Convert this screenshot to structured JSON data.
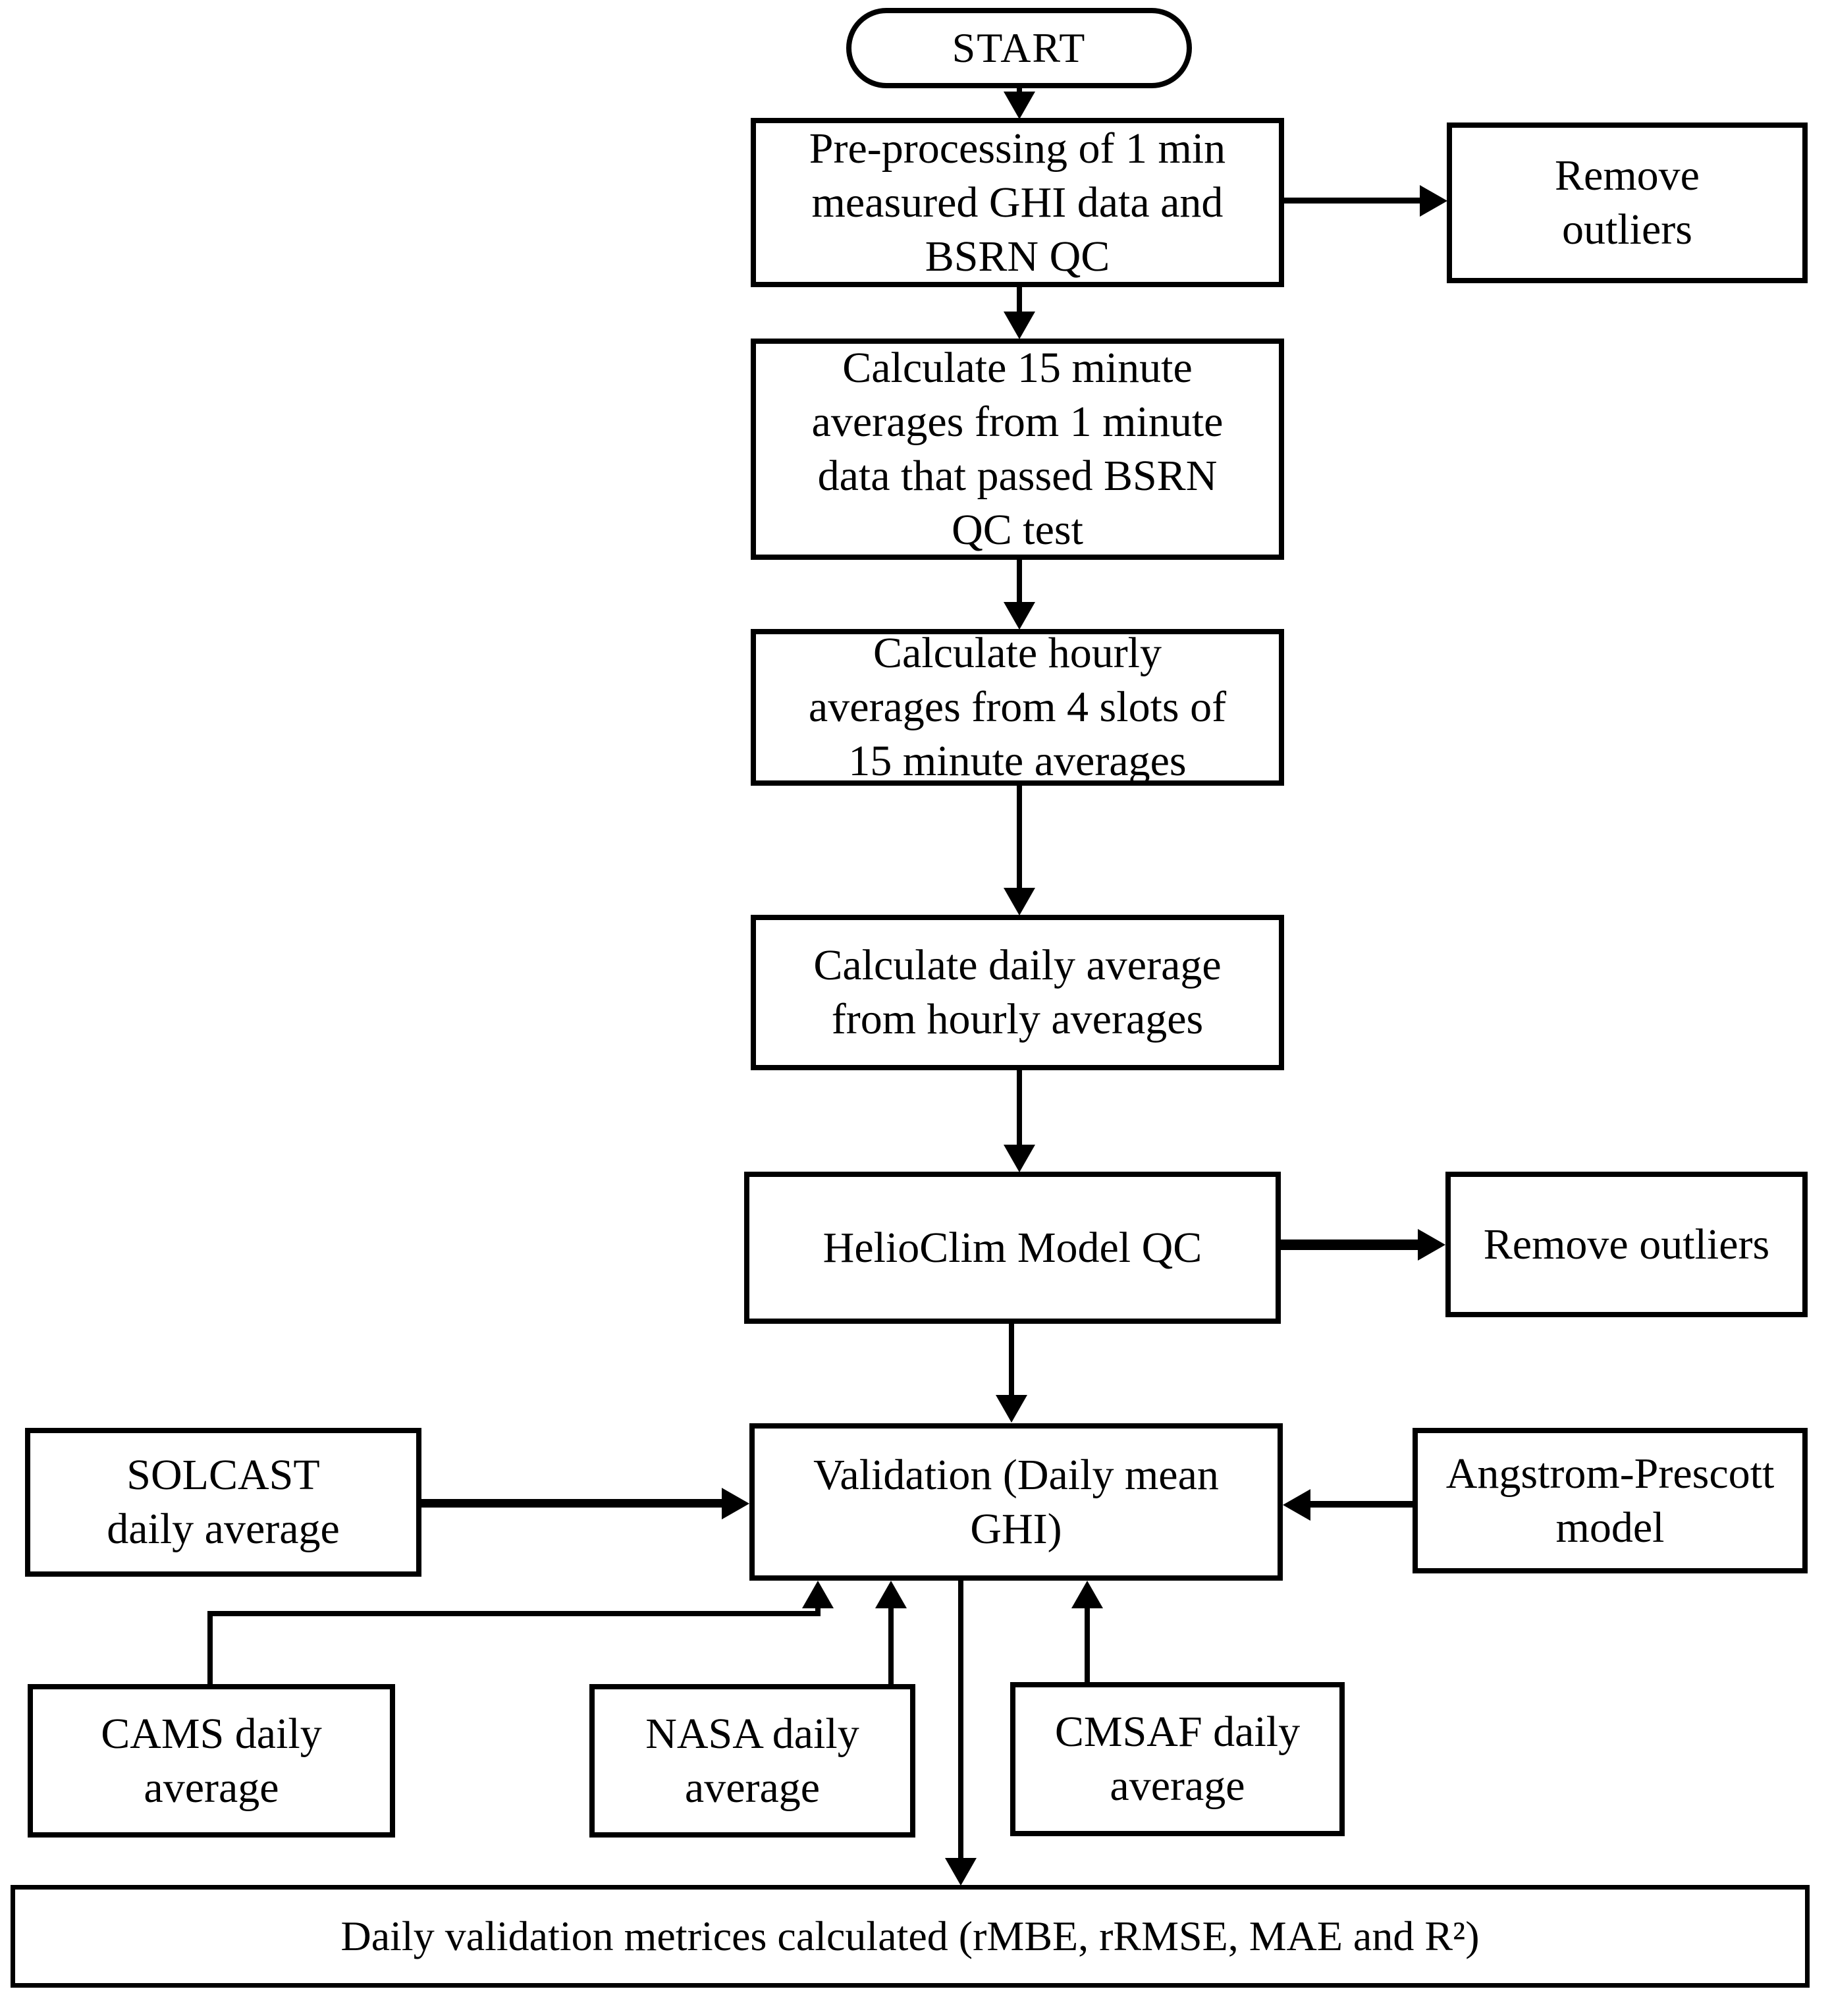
{
  "diagram_type": "flowchart",
  "colors": {
    "ink": "#000000",
    "paper": "#ffffff",
    "box_fill": "#ffffff"
  },
  "nodes": {
    "start": {
      "label": "START",
      "shape": "terminator"
    },
    "preprocess": {
      "label": "Pre-processing of 1 min\nmeasured GHI data and\nBSRN QC",
      "shape": "process"
    },
    "remove_outliers_1": {
      "label": "Remove\noutliers",
      "shape": "process"
    },
    "avg15": {
      "label": "Calculate 15 minute\naverages from 1 minute\ndata that passed BSRN\nQC test",
      "shape": "process"
    },
    "hourly": {
      "label": "Calculate hourly\naverages from 4 slots of\n15 minute averages",
      "shape": "process"
    },
    "daily": {
      "label": "Calculate daily average\nfrom hourly averages",
      "shape": "process"
    },
    "helioclim": {
      "label": "HelioClim Model QC",
      "shape": "process"
    },
    "remove_outliers_2": {
      "label": "Remove outliers",
      "shape": "process"
    },
    "solcast": {
      "label": "SOLCAST\ndaily average",
      "shape": "process"
    },
    "validation": {
      "label": "Validation (Daily mean\nGHI)",
      "shape": "process"
    },
    "angstrom": {
      "label": "Angstrom-Prescott\nmodel",
      "shape": "process"
    },
    "cams": {
      "label": "CAMS daily\naverage",
      "shape": "process"
    },
    "nasa": {
      "label": "NASA daily\naverage",
      "shape": "process"
    },
    "cmsaf": {
      "label": "CMSAF  daily\naverage",
      "shape": "process"
    },
    "metrics": {
      "label": "Daily validation metrices calculated (rMBE, rRMSE, MAE and R²)",
      "shape": "process"
    }
  },
  "edges": [
    {
      "from": "start",
      "to": "preprocess",
      "direction": "down"
    },
    {
      "from": "preprocess",
      "to": "remove_outliers_1",
      "direction": "right"
    },
    {
      "from": "preprocess",
      "to": "avg15",
      "direction": "down"
    },
    {
      "from": "avg15",
      "to": "hourly",
      "direction": "down"
    },
    {
      "from": "hourly",
      "to": "daily",
      "direction": "down"
    },
    {
      "from": "daily",
      "to": "helioclim",
      "direction": "down"
    },
    {
      "from": "helioclim",
      "to": "remove_outliers_2",
      "direction": "right"
    },
    {
      "from": "helioclim",
      "to": "validation",
      "direction": "down"
    },
    {
      "from": "solcast",
      "to": "validation",
      "direction": "right"
    },
    {
      "from": "angstrom",
      "to": "validation",
      "direction": "left"
    },
    {
      "from": "cams",
      "to": "validation",
      "direction": "up"
    },
    {
      "from": "nasa",
      "to": "validation",
      "direction": "up"
    },
    {
      "from": "cmsaf",
      "to": "validation",
      "direction": "up"
    },
    {
      "from": "validation",
      "to": "metrics",
      "direction": "down"
    }
  ]
}
